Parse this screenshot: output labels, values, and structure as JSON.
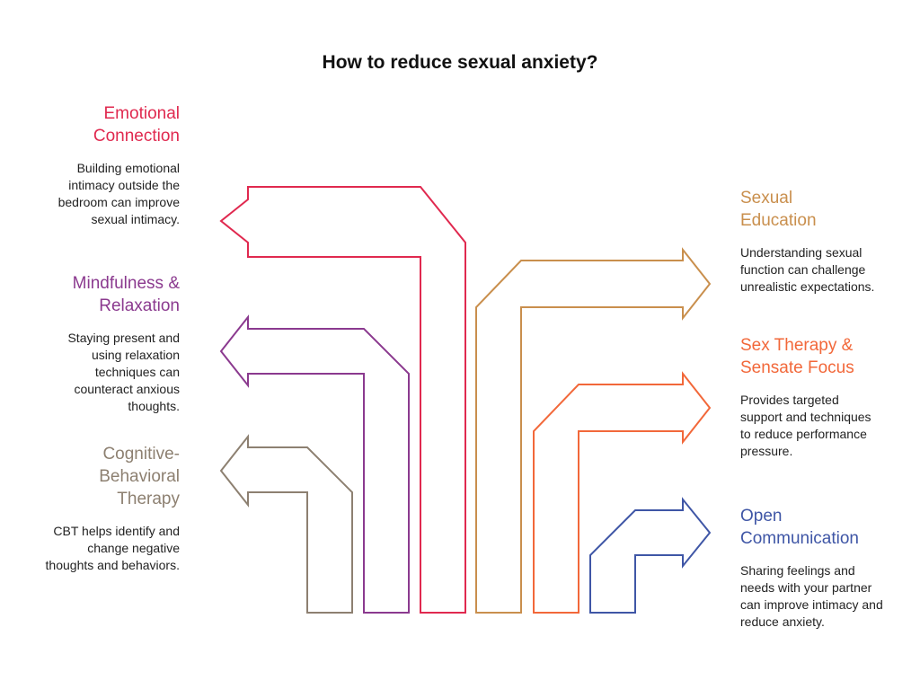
{
  "title": "How to reduce sexual anxiety?",
  "items": [
    {
      "id": "emotional-connection",
      "heading": "Emotional\nConnection",
      "description": "Building emotional intimacy outside the bedroom can improve sexual intimacy.",
      "color": "#e0294f",
      "side": "left"
    },
    {
      "id": "mindfulness-relaxation",
      "heading": "Mindfulness &\nRelaxation",
      "description": "Staying present and using relaxation techniques can counteract anxious thoughts.",
      "color": "#8b3a8f",
      "side": "left"
    },
    {
      "id": "cognitive-behavioral-therapy",
      "heading": "Cognitive-\nBehavioral\nTherapy",
      "description": "CBT helps identify and change negative thoughts and behaviors.",
      "color": "#8d8071",
      "side": "left"
    },
    {
      "id": "sexual-education",
      "heading": "Sexual\nEducation",
      "description": "Understanding sexual function can challenge unrealistic expectations.",
      "color": "#c98f4d",
      "side": "right"
    },
    {
      "id": "sex-therapy-sensate-focus",
      "heading": "Sex Therapy &\nSensate Focus",
      "description": "Provides targeted support and techniques to reduce performance pressure.",
      "color": "#f2683a",
      "side": "right"
    },
    {
      "id": "open-communication",
      "heading": "Open\nCommunication",
      "description": "Sharing feelings and needs with your partner can improve intimacy and reduce anxiety.",
      "color": "#3f56a6",
      "side": "right"
    }
  ]
}
